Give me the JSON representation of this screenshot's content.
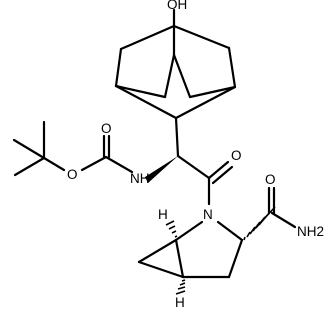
{
  "molecule": {
    "atom_labels": {
      "hydroxyl": "OH",
      "carbamate_oxygen": "O",
      "boc_carbonyl_oxygen": "O",
      "nh": "NH",
      "ketone_oxygen": "O",
      "ring_nitrogen": "N",
      "amide_oxygen": "O",
      "amide_nh2": "NH2",
      "stereo_h_top": "H",
      "stereo_h_bottom": "H"
    }
  }
}
